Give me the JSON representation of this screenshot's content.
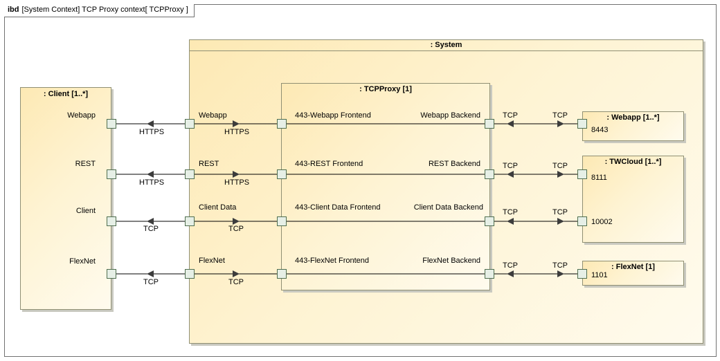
{
  "frame": {
    "kind": "ibd",
    "title": "[System Context] TCP Proxy context[ TCPProxy ]"
  },
  "parts": {
    "client": {
      "title": ": Client [1..*]",
      "ports": [
        "Webapp",
        "REST",
        "Client",
        "FlexNet"
      ]
    },
    "system": {
      "title": ": System",
      "ports": [
        "Webapp",
        "REST",
        "Client Data",
        "FlexNet"
      ]
    },
    "tcpproxy": {
      "title": ": TCPProxy [1]",
      "frontends": [
        "443-Webapp Frontend",
        "443-REST Frontend",
        "443-Client Data Frontend",
        "443-FlexNet Frontend"
      ],
      "backends": [
        "Webapp Backend",
        "REST Backend",
        "Client Data Backend",
        "FlexNet Backend"
      ]
    },
    "webapp": {
      "title": ": Webapp [1..*]",
      "port": "8443"
    },
    "twcloud": {
      "title": ": TWCloud [1..*]",
      "ports": [
        "8111",
        "10002"
      ]
    },
    "flexnet": {
      "title": ": FlexNet [1]",
      "port": "1101"
    }
  },
  "connectors": {
    "client_system": [
      "HTTPS",
      "HTTPS",
      "TCP",
      "TCP"
    ],
    "system_proxy": [
      "HTTPS",
      "HTTPS",
      "TCP",
      "TCP"
    ],
    "backend_left": [
      "TCP",
      "TCP",
      "TCP",
      "TCP"
    ],
    "backend_right": [
      "TCP",
      "TCP",
      "TCP",
      "TCP"
    ]
  },
  "colors": {
    "part_fill": "#fde9b4",
    "border": "#8f8f73",
    "port_fill": "#e6efe6",
    "port_border": "#4f6e4f",
    "wire": "#000000",
    "arrow": "#3c3c3c"
  }
}
